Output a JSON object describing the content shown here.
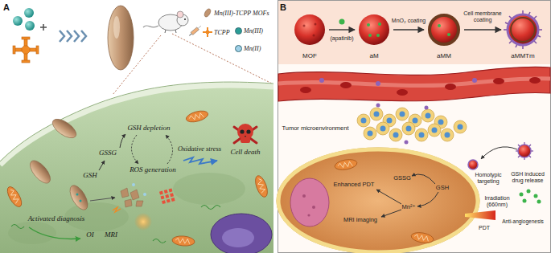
{
  "diagram": {
    "nodes": [
      {
        "text": [
          "MOF"
        ]
      },
      {
        "text": [
          "aM"
        ]
      },
      {
        "text": [
          "aMM"
        ]
      },
      {
        "text": [
          "aMMTm"
        ]
      }
    ],
    "edges": [
      {
        "from": 0,
        "to": 1,
        "arrow": "to",
        "label": "(apatinib)"
      },
      {
        "from": 1,
        "to": 2,
        "arrow": "to",
        "label": "MnO₂ coating"
      },
      {
        "from": 2,
        "to": 3,
        "arrow": "to",
        "label": "Cell membrane coating"
      }
    ],
    "labels": [
      "A",
      "GSH depletion",
      "Oxidative stress",
      "ROS generation",
      "Cell death",
      "GSSG",
      "GSH",
      "Activated diagnosis",
      "OI",
      "MRI",
      "B",
      "Tumor microenvironment",
      "Enhanced PDT",
      "GSSG",
      "GSH",
      "Mn²⁺",
      "MRI imaging",
      "Homotypic targeting",
      "GSH induced drug release",
      "Irradiation (660nm)",
      "PDT",
      "Anti-angiogenesis"
    ],
    "legend": [
      {
        "text": "Mn(III)-TCPP MOFs"
      },
      {
        "text": "TCPP"
      },
      {
        "text": "Mn(III)",
        "color": "#2a9d96"
      },
      {
        "text": "Mn(II)",
        "color": "#9fd0e8"
      }
    ]
  }
}
